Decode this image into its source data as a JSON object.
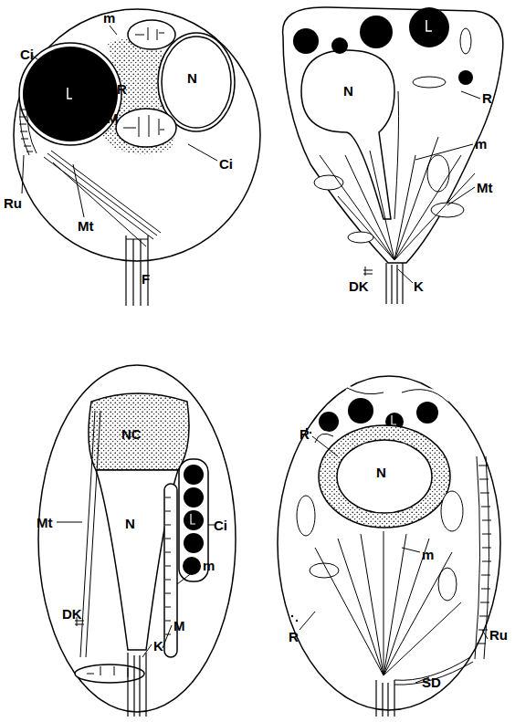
{
  "diagram": {
    "labels": [
      "Ci",
      "m",
      "R",
      "N",
      "M",
      "Ci",
      "Ru",
      "Mt",
      "F",
      "N",
      "R",
      "m",
      "Mt",
      "DK",
      "K",
      "NC",
      "N",
      "Mt",
      "Ci",
      "m",
      "DK",
      "M",
      "K",
      "R",
      "N",
      "R",
      "m",
      "Ru",
      "SD"
    ]
  }
}
